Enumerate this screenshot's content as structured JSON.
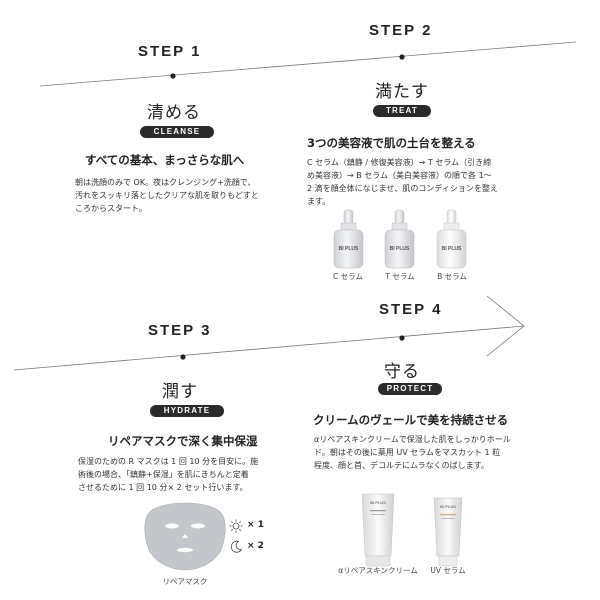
{
  "step1": {
    "label": "STEP 1",
    "title": "清める",
    "badge": "CLEANSE",
    "heading": "すべての基本、まっさらな肌へ",
    "lines": [
      "朝は洗顔のみで OK。夜はクレンジング+洗顔で、",
      "汚れをスッキリ落としたクリアな肌を取りもどすと",
      "ころからスタート。"
    ]
  },
  "step2": {
    "label": "STEP 2",
    "title": "満たす",
    "badge": "TREAT",
    "heading": "3つの美容液で肌の土台を整える",
    "lines": [
      "C セラム（鎮静 / 修復美容液）→ T セラム（引き締",
      "め美容液）→ B セラム（美白美容液）の順で各 1～",
      "2 滴を顔全体になじませ、肌のコンディションを整え",
      "ます。"
    ],
    "product_brand": "BI PLUS",
    "products": [
      "C セラム",
      "T セラム",
      "B セラム"
    ]
  },
  "step3": {
    "label": "STEP 3",
    "title": "潤す",
    "badge": "HYDRATE",
    "heading": "リペアマスクで深く集中保湿",
    "lines": [
      "保湿のための R マスクは 1 回 10 分を目安に。施",
      "術後の場合、「鎮静+保湿」を肌にきちんと定着",
      "させるために 1 回 10 分× 2 セット行います。"
    ],
    "sun_count": "× 1",
    "moon_count": "× 2",
    "mask_caption": "リペアマスク"
  },
  "step4": {
    "label": "STEP 4",
    "title": "守る",
    "badge": "PROTECT",
    "heading": "クリームのヴェールで美を持続させる",
    "lines": [
      "αリペアスキンクリームで保湿した肌をしっかりホール",
      "ド。朝はその後に薬用 UV セラムをマスカット 1 粒",
      "程度、顔と首、デコルテにムラなくのばします。"
    ],
    "product_brand": "BI PLUS",
    "products": [
      "αリペアスキンクリーム",
      "UV セラム"
    ]
  }
}
